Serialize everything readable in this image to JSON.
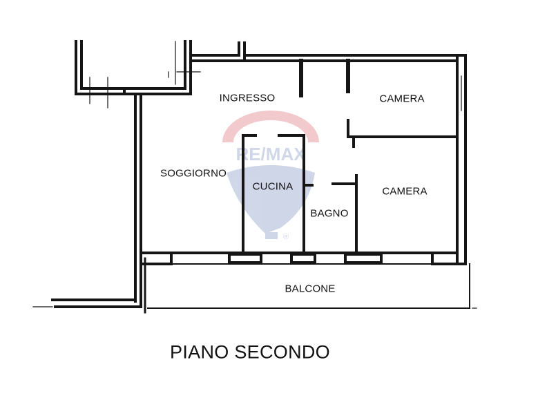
{
  "rooms": {
    "ingresso": "INGRESSO",
    "camera_top": "CAMERA",
    "soggiorno": "SOGGIORNO",
    "cucina": "CUCINA",
    "camera_bottom": "CAMERA",
    "bagno": "BAGNO",
    "balcone": "BALCONE"
  },
  "floor_title": "PIANO SECONDO",
  "watermark": {
    "brand": "RE/MAX",
    "mark": "®",
    "colors": {
      "red": "#e8a0a5",
      "blue": "#a7b6d6"
    }
  },
  "colors": {
    "wall": "#151515",
    "background": "#ffffff"
  }
}
